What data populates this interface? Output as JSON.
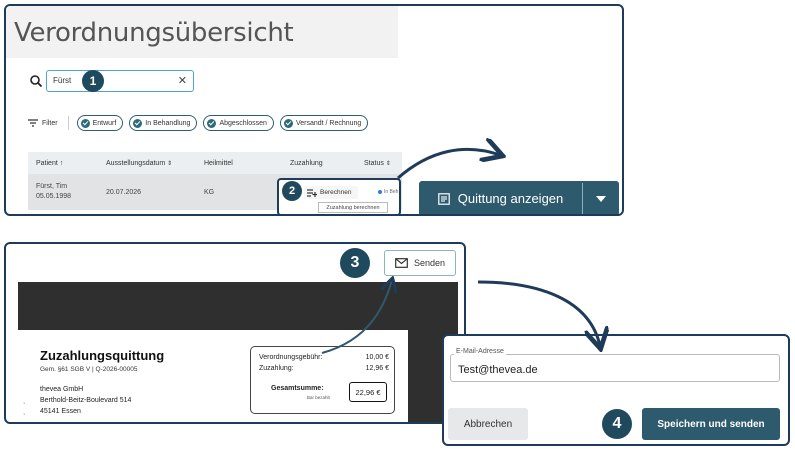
{
  "panel1": {
    "title": "Verordnungsübersicht",
    "search": {
      "value": "Fürst",
      "step": "1"
    },
    "filter_label": "Filter",
    "filters": [
      "Entwurf",
      "In Behandlung",
      "Abgeschlossen",
      "Versandt / Rechnung"
    ],
    "table": {
      "headers": [
        "Patient",
        "Ausstellungsdatum",
        "Heilmittel",
        "Zuzahlung",
        "Status"
      ],
      "row": {
        "patient_name": "Fürst, Tim",
        "patient_dob": "05.05.1998",
        "date": "20.07.2026",
        "heilmittel": "KG",
        "status": "In Beh"
      }
    },
    "calc_step": "2",
    "calc_label": "Berechnen",
    "calc_tooltip": "Zuzahlung berechnen",
    "quittung_label": "Quittung anzeigen"
  },
  "panel2": {
    "step": "3",
    "send_label": "Senden",
    "receipt": {
      "title": "Zuzahlungsquittung",
      "subtitle": "Gem. §61 SGB V | Q-2026-00005",
      "company": "thevea GmbH",
      "street": "Berthold-Beitz-Boulevard 514",
      "city": "45141 Essen",
      "fee_label": "Verordnungsgebühr:",
      "fee_value": "10,00 €",
      "copay_label": "Zuzahlung:",
      "copay_value": "12,96 €",
      "total_label": "Gesamtsumme:",
      "paid_note": "Bar bezahlt",
      "total_value": "22,96 €"
    }
  },
  "panel3": {
    "email_label": "E-Mail-Adresse",
    "email_value": "Test@thevea.de",
    "cancel_label": "Abbrechen",
    "step": "4",
    "submit_label": "Speichern und senden"
  },
  "colors": {
    "accent": "#2e5a6d",
    "frame": "#1f3b5a",
    "focus": "#4fa3d8"
  }
}
